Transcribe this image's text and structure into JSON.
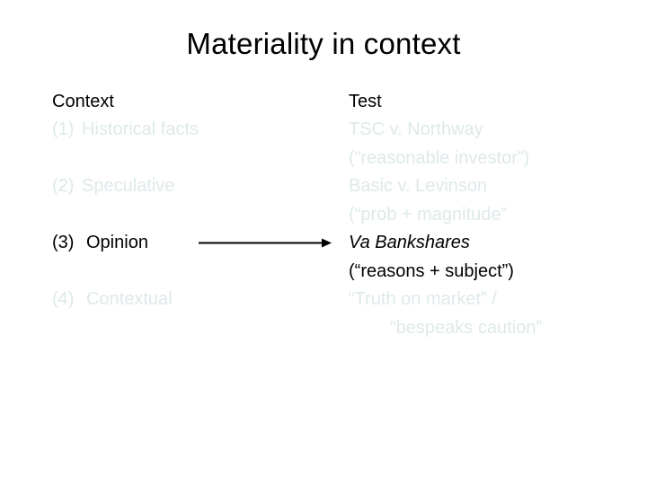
{
  "slide": {
    "title": "Materiality in context",
    "background_color": "#ffffff",
    "solid_text_color": "#000000",
    "faded_text_color": "#dfe9ea"
  },
  "context_column": {
    "heading": "Context",
    "rows": [
      {
        "num": "(1)",
        "label": "Historical facts",
        "emphasis": "faded"
      },
      {
        "num": "(2)",
        "label": "Speculative",
        "emphasis": "faded"
      },
      {
        "num": "(3)",
        "label": "Opinion",
        "emphasis": "solid"
      },
      {
        "num": "(4)",
        "label": "Contextual",
        "emphasis": "faded"
      }
    ]
  },
  "test_column": {
    "heading": "Test",
    "rows": [
      {
        "text": "TSC v. Northway",
        "emphasis": "faded",
        "style": "normal"
      },
      {
        "text": "(“reasonable investor”)",
        "emphasis": "faded",
        "style": "normal"
      },
      {
        "text": "Basic v. Levinson",
        "emphasis": "faded",
        "style": "normal"
      },
      {
        "text": "(“prob + magnitude”",
        "emphasis": "faded",
        "style": "normal"
      },
      {
        "text": "Va Bankshares",
        "emphasis": "solid",
        "style": "italic"
      },
      {
        "text": "(“reasons + subject”)",
        "emphasis": "solid",
        "style": "normal"
      },
      {
        "text": "“Truth on market” /",
        "emphasis": "faded",
        "style": "normal"
      },
      {
        "text": "“bespeaks caution”",
        "emphasis": "faded",
        "style": "indent"
      }
    ]
  },
  "connector": {
    "name": "opinion-to-va-bankshares-arrow",
    "color": "#000000",
    "from": "Opinion",
    "to": "Va Bankshares"
  }
}
